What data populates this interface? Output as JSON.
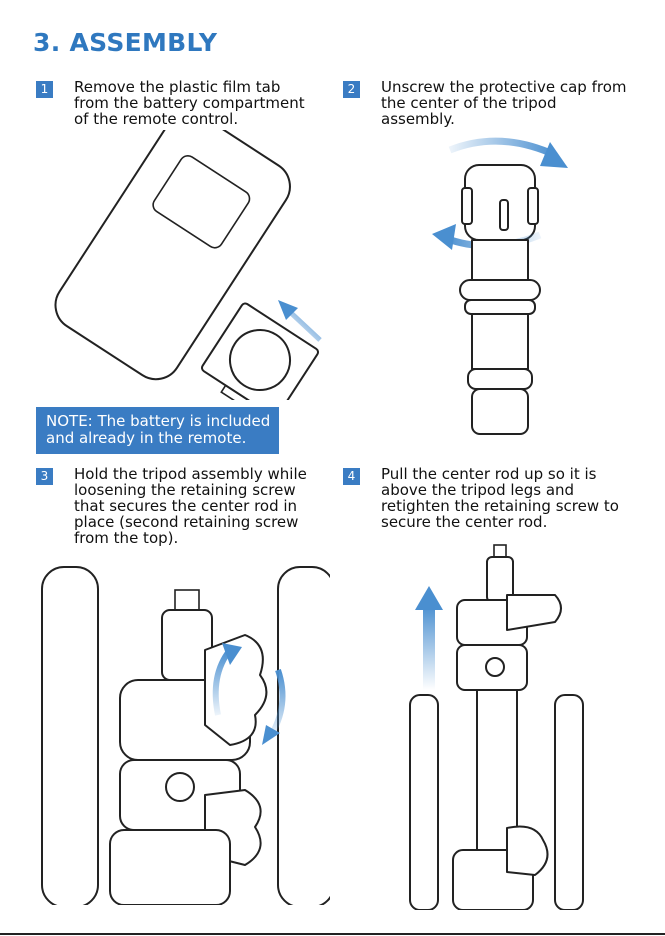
{
  "page": {
    "title": "3. ASSEMBLY"
  },
  "steps": [
    {
      "number": "1",
      "lines": [
        "Remove the plastic film tab",
        "from the battery compartment",
        "of the remote control."
      ]
    },
    {
      "number": "2",
      "lines": [
        "Unscrew the protective cap from",
        "the center of the tripod",
        "assembly."
      ]
    },
    {
      "number": "3",
      "lines": [
        "Hold the tripod assembly while",
        "loosening the retaining screw",
        "that secures the center rod in",
        "place (second retaining screw",
        "from the top)."
      ]
    },
    {
      "number": "4",
      "lines": [
        "Pull the center rod up so it is",
        "above the tripod legs and",
        "retighten the retaining screw to",
        "secure the center rod."
      ]
    }
  ],
  "note": {
    "lines": [
      "NOTE: The battery is included",
      "and already in the remote."
    ]
  },
  "colors": {
    "accent": "#3a7cc3",
    "title": "#2f78bf",
    "arrow": "#4a8fd0"
  }
}
